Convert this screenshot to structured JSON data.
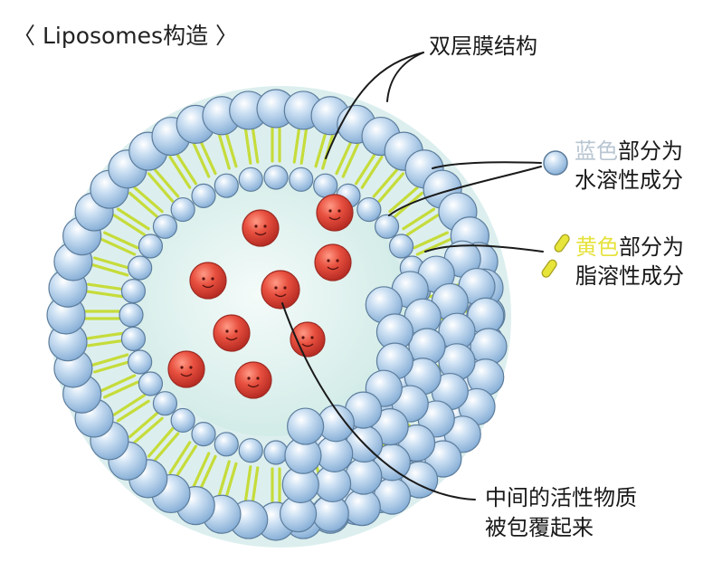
{
  "title": "〈 Liposomes构造 〉",
  "labels": {
    "bilayer": "双层膜结构",
    "blue_word": "蓝色",
    "blue_rest": "部分为",
    "blue_line2": "水溶性成分",
    "yellow_word": "黄色",
    "yellow_rest": "部分为",
    "yellow_line2": "脂溶性成分",
    "core_line1": "中间的活性物质",
    "core_line2": "被包覆起来"
  },
  "colors": {
    "head_blue": "#a9c8e6",
    "head_edge": "#5d7d9c",
    "tail_yellow": "#c6dc3a",
    "core_water": "#dff1ee",
    "drug_red": "#e0463a",
    "leader": "#1a1a1a"
  },
  "icons": [
    "blue-sphere-icon",
    "yellow-capsule-icon",
    "red-drug-particle-icon"
  ]
}
